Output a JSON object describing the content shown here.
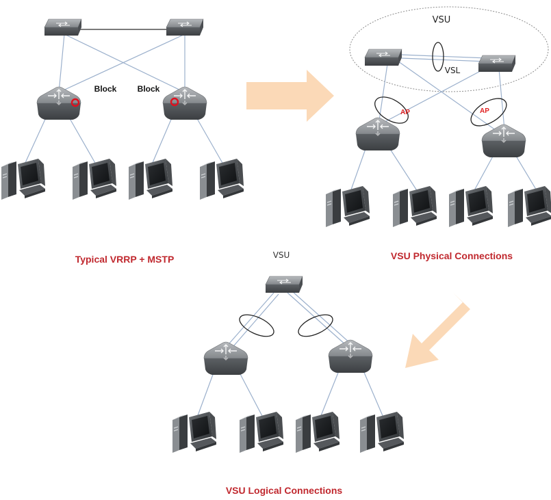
{
  "captions": {
    "typical": "Typical VRRP + MSTP",
    "physical": "VSU Physical Connections",
    "logical": "VSU Logical Connections"
  },
  "labels": {
    "vsu_physical": "VSU",
    "vsu_logical": "VSU",
    "vsl": "VSL",
    "ap_left": "AP",
    "ap_right": "AP",
    "block_left": "Block",
    "block_right": "Block"
  },
  "colors": {
    "caption": "#c0282e",
    "ap_text": "#e02020",
    "link": "#9bb0cc",
    "arrow": "#fbd9b7",
    "block_marker": "#e0101e",
    "device": "#5a5d61"
  }
}
